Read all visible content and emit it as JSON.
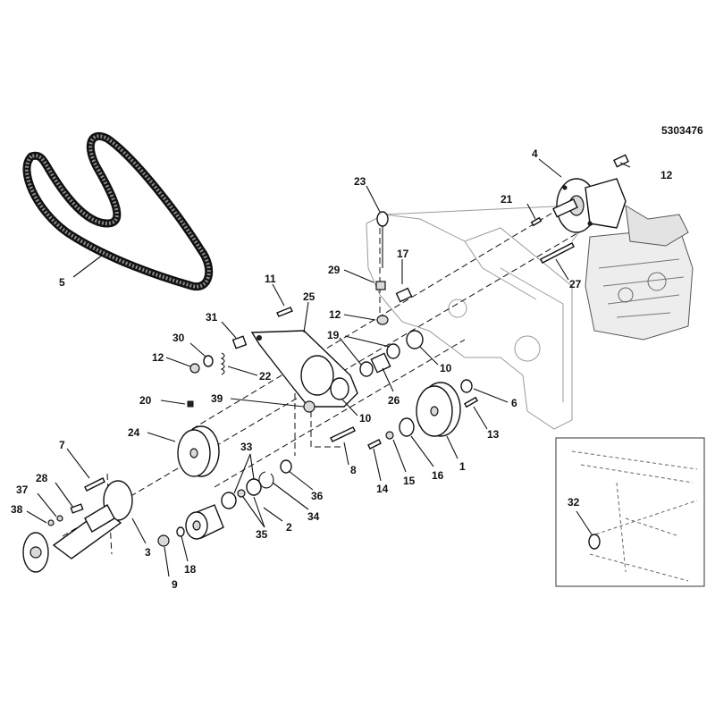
{
  "drawing_number": "5303476",
  "callouts": {
    "c1": "1",
    "c2": "2",
    "c3": "3",
    "c4": "4",
    "c5": "5",
    "c6": "6",
    "c7": "7",
    "c8": "8",
    "c9": "9",
    "c10a": "10",
    "c10b": "10",
    "c11": "11",
    "c12a": "12",
    "c12b": "12",
    "c12c": "12",
    "c13": "13",
    "c14": "14",
    "c15": "15",
    "c16": "16",
    "c17": "17",
    "c18": "18",
    "c19": "19",
    "c20": "20",
    "c21": "21",
    "c22": "22",
    "c23": "23",
    "c24": "24",
    "c25": "25",
    "c26": "26",
    "c27": "27",
    "c28": "28",
    "c29": "29",
    "c30": "30",
    "c31": "31",
    "c32": "32",
    "c33": "33",
    "c34": "34",
    "c35": "35",
    "c36": "36",
    "c37": "37",
    "c38": "38",
    "c39": "39"
  }
}
